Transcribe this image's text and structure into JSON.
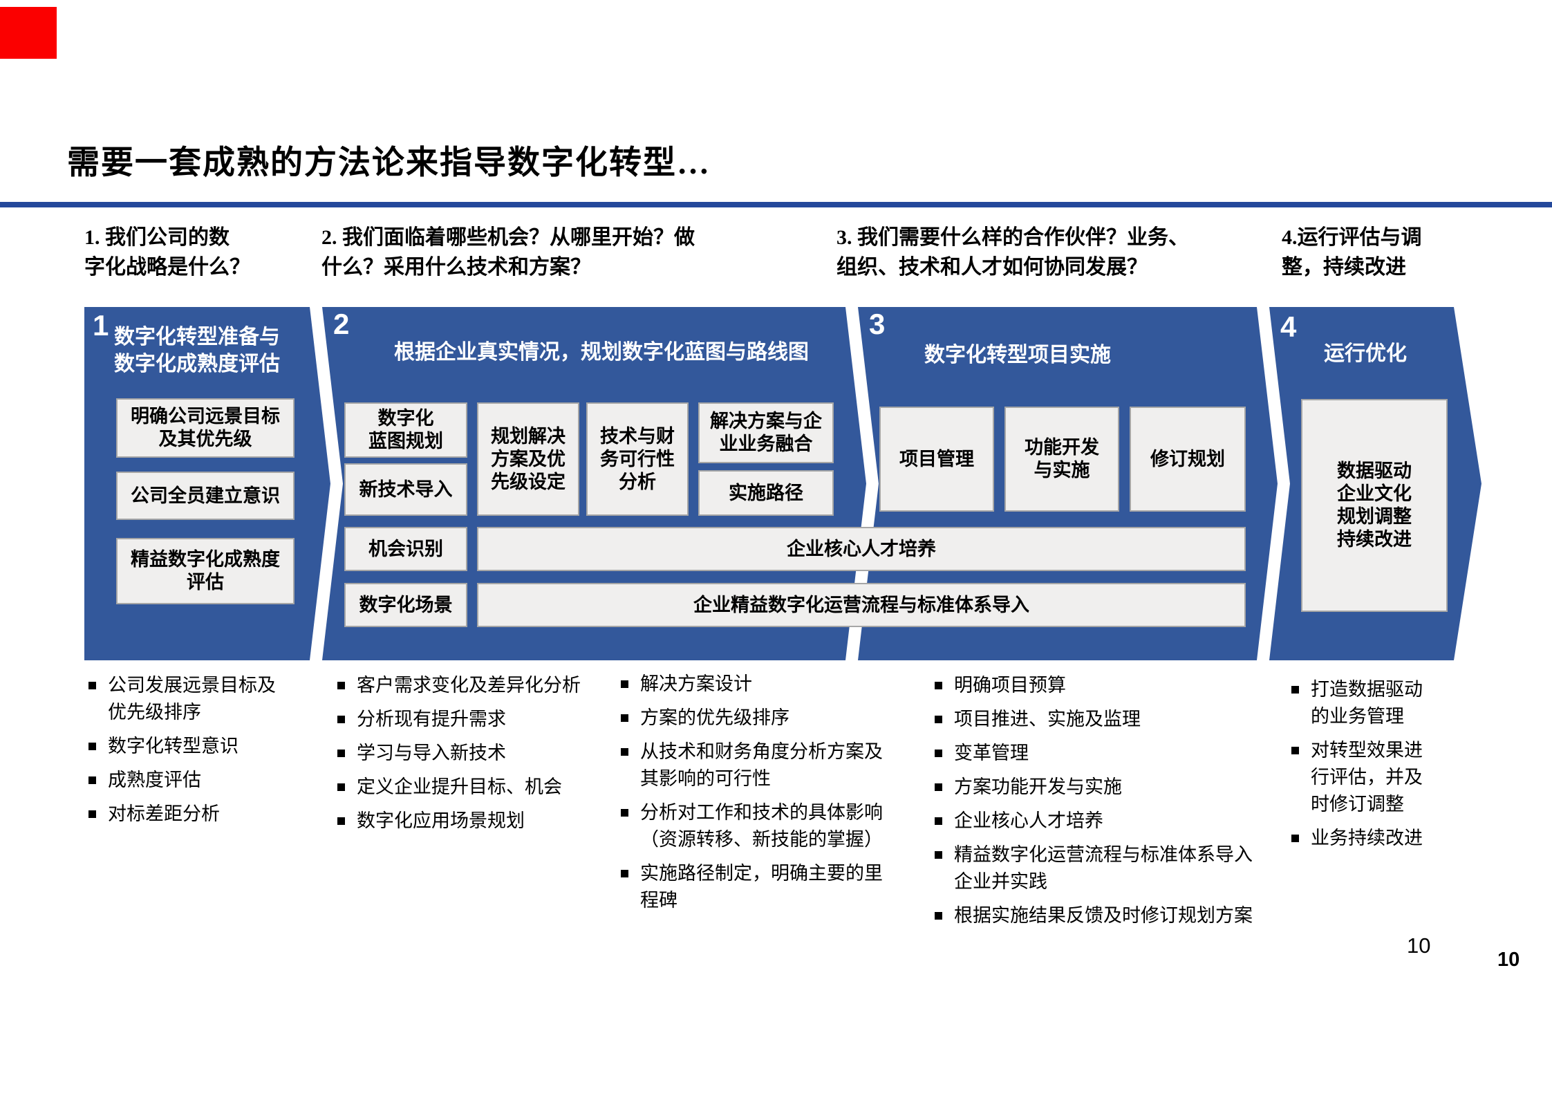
{
  "title": "需要一套成熟的方法论来指导数字化转型…",
  "questions": [
    "1. 我们公司的数\n字化战略是什么？",
    "2. 我们面临着哪些机会？从哪里开始？做\n什么？采用什么技术和方案？",
    "3. 我们需要什么样的合作伙伴？业务、\n组织、技术和人才如何协同发展？",
    "4.运行评估与调\n整，持续改进"
  ],
  "stages": [
    {
      "number": "1",
      "header": "数字化转型准备与\n数字化成熟度评估",
      "boxes": [
        "明确公司远景目标\n及其优先级",
        "公司全员建立意识",
        "精益数字化成熟度\n评估"
      ]
    },
    {
      "number": "2",
      "header": "根据企业真实情况，规划数字化蓝图与路线图",
      "boxes": [
        "数字化\n蓝图规划",
        "新技术导入",
        "机会识别",
        "数字化场景",
        "规划解决\n方案及优\n先级设定",
        "技术与财\n务可行性\n分析",
        "解决方案与企\n业业务融合",
        "实施路径"
      ],
      "span_boxes": [
        "企业核心人才培养",
        "企业精益数字化运营流程与标准体系导入"
      ]
    },
    {
      "number": "3",
      "header": "数字化转型项目实施",
      "boxes": [
        "项目管理",
        "功能开发\n与实施",
        "修订规划"
      ]
    },
    {
      "number": "4",
      "header": "运行优化",
      "boxes": [
        "数据驱动\n企业文化\n规划调整\n持续改进"
      ]
    }
  ],
  "bullet_columns": [
    {
      "items": [
        "公司发展远景目标及\n优先级排序",
        "数字化转型意识",
        "成熟度评估",
        "对标差距分析"
      ]
    },
    {
      "items": [
        "客户需求变化及差异化分析",
        "分析现有提升需求",
        "学习与导入新技术",
        "定义企业提升目标、机会",
        "数字化应用场景规划"
      ]
    },
    {
      "items": [
        "解决方案设计",
        "方案的优先级排序",
        "从技术和财务角度分析方案及\n其影响的可行性",
        "分析对工作和技术的具体影响\n（资源转移、新技能的掌握）",
        "实施路径制定，明确主要的里\n程碑"
      ]
    },
    {
      "items": [
        "明确项目预算",
        "项目推进、实施及监理",
        "变革管理",
        "方案功能开发与实施",
        "企业核心人才培养",
        "精益数字化运营流程与标准体系导入\n企业并实践",
        "根据实施结果反馈及时修订规划方案"
      ]
    },
    {
      "items": [
        "打造数据驱动\n的业务管理",
        "对转型效果进\n行评估，并及\n时修订调整",
        "业务持续改进"
      ]
    }
  ],
  "footer": {
    "page_number_inner": "10",
    "page_number_outer": "10"
  },
  "colors": {
    "stage_blue": "#33589B",
    "divider_blue": "#24489B",
    "accent_red": "#FB0000",
    "box_fill": "#F0EFEE",
    "box_border": "#A6A6A6",
    "text": "#000000"
  }
}
